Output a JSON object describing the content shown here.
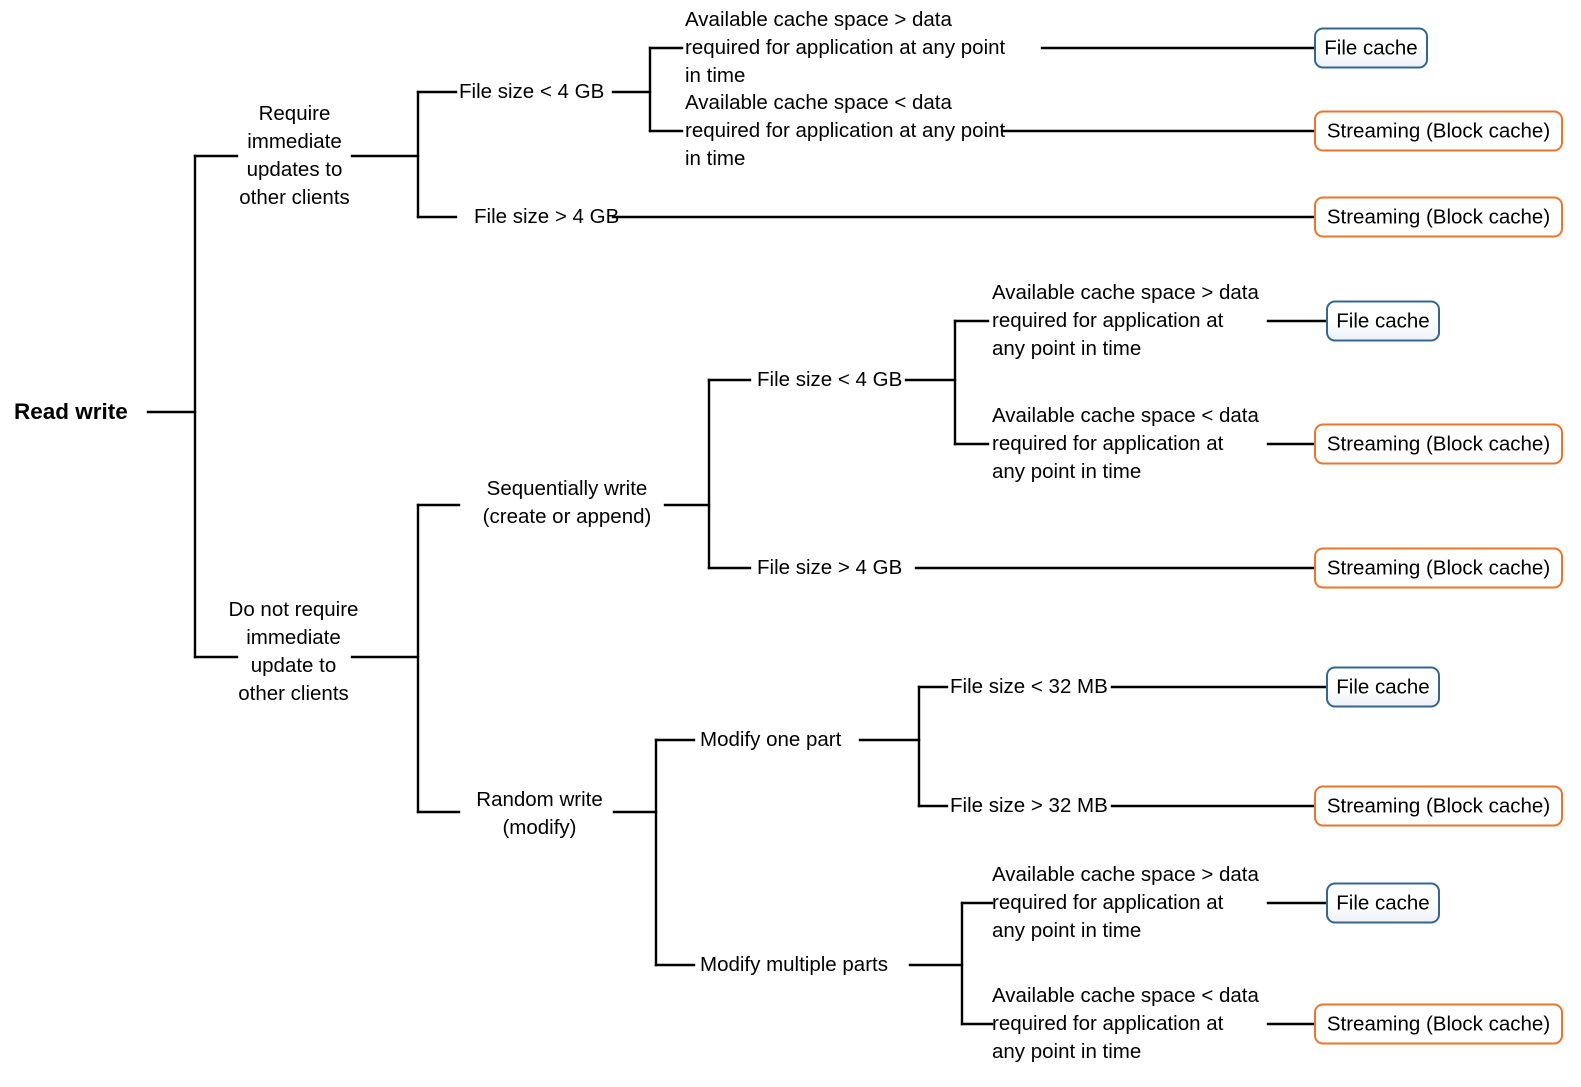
{
  "diagram": {
    "title": "Read write caching decision tree",
    "root": {
      "label": "Read write"
    },
    "colors": {
      "line": "#000000",
      "file_cache_border": "#35668f",
      "file_cache_fill": "#eef2f7",
      "streaming_border": "#e8762c",
      "streaming_fill": "#ffffff",
      "text": "#000000",
      "background": "#ffffff"
    },
    "level1": [
      {
        "label": "Require\nimmediate\nupdates to\nother clients"
      },
      {
        "label": "Do not require\nimmediate\nupdate to\nother clients"
      }
    ],
    "level2": [
      {
        "label": "File size < 4 GB"
      },
      {
        "label": "File size > 4 GB"
      },
      {
        "label": "Sequentially write\n(create or append)"
      },
      {
        "label": "Random write\n(modify)"
      }
    ],
    "level3": [
      {
        "label": "Available cache space > data\nrequired for application at any point\nin time"
      },
      {
        "label": "Available cache space < data\nrequired for application at any point\nin time"
      },
      {
        "label": "File size < 4 GB"
      },
      {
        "label": "File size > 4 GB"
      },
      {
        "label": "Modify one part"
      },
      {
        "label": "Modify multiple parts"
      }
    ],
    "level4": [
      {
        "label": "Available cache space > data\nrequired for application at\nany point in time"
      },
      {
        "label": "Available cache space < data\nrequired for application at\nany point in time"
      },
      {
        "label": "File size < 32 MB"
      },
      {
        "label": "File size > 32 MB"
      },
      {
        "label": "Available cache space > data\nrequired for application at\nany point in time"
      },
      {
        "label": "Available cache space < data\nrequired for application at\nany point in time"
      }
    ],
    "terminals": [
      {
        "label": "File cache",
        "kind": "file-cache"
      },
      {
        "label": "Streaming (Block cache)",
        "kind": "streaming-block-cache"
      },
      {
        "label": "Streaming (Block cache)",
        "kind": "streaming-block-cache"
      },
      {
        "label": "File cache",
        "kind": "file-cache"
      },
      {
        "label": "Streaming (Block cache)",
        "kind": "streaming-block-cache"
      },
      {
        "label": "Streaming (Block cache)",
        "kind": "streaming-block-cache"
      },
      {
        "label": "File cache",
        "kind": "file-cache"
      },
      {
        "label": "Streaming (Block cache)",
        "kind": "streaming-block-cache"
      },
      {
        "label": "File cache",
        "kind": "file-cache"
      },
      {
        "label": "Streaming (Block cache)",
        "kind": "streaming-block-cache"
      }
    ]
  }
}
